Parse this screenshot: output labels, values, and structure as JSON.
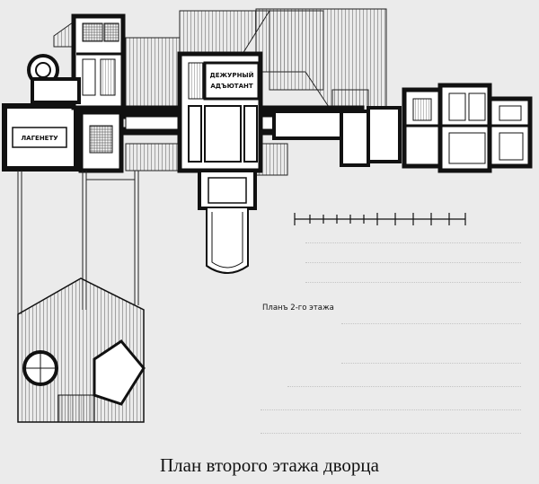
{
  "caption": "План второго этажа дворца",
  "plan": {
    "scale_caption": "Планъ 2-го этажа",
    "room_labels": {
      "left_hall": "ЛАГЕНЕТУ",
      "center_room_line1": "ДЕЖУРНЫЙ",
      "center_room_line2": "АДЪЮТАНТ"
    }
  }
}
